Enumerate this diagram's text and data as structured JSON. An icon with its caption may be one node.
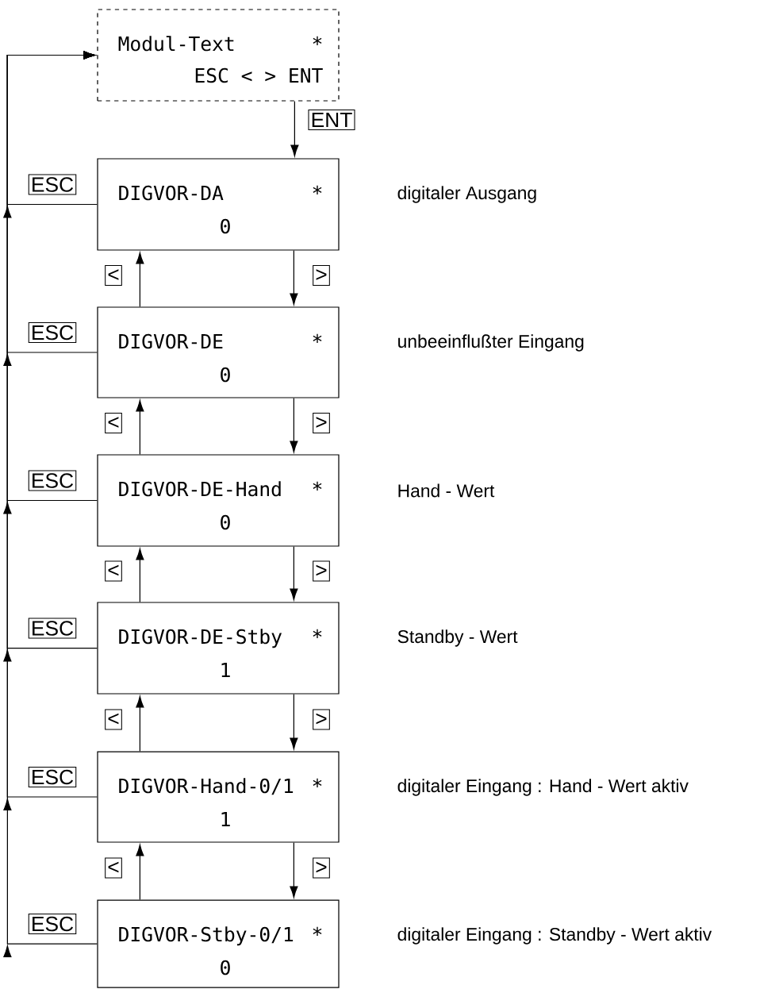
{
  "diagram": {
    "nodes": [
      {
        "text": [
          "Modul-Text",
          "*",
          "ESC < > ENT"
        ]
      },
      {
        "text": [
          "DIGVOR-DA",
          "*",
          "0"
        ],
        "beside": [
          "digitaler Ausgang"
        ]
      },
      {
        "text": [
          "DIGVOR-DE",
          "*",
          "0"
        ],
        "beside": [
          "unbeeinflußter Eingang"
        ]
      },
      {
        "text": [
          "DIGVOR-DE-Hand",
          "*",
          "0"
        ],
        "beside": [
          "Hand - Wert"
        ]
      },
      {
        "text": [
          "DIGVOR-DE-Stby",
          "*",
          "1"
        ],
        "beside": [
          "Standby - Wert"
        ]
      },
      {
        "text": [
          "DIGVOR-Hand-0/1",
          "*",
          "1"
        ],
        "beside": [
          "digitaler Eingang : Hand - Wert aktiv"
        ]
      },
      {
        "text": [
          "DIGVOR-Stby-0/1",
          "*",
          "0"
        ],
        "beside": [
          "digitaler Eingang : Standby - Wert aktiv"
        ]
      }
    ],
    "edges": [
      {
        "from": 0,
        "to": 1,
        "arrow": "to",
        "label": "ENT"
      },
      {
        "from": 1,
        "to": 0,
        "arrow": "to",
        "label": "ESC"
      },
      {
        "from": 1,
        "to": 2,
        "arrow": "to",
        "label": ">"
      },
      {
        "from": 2,
        "to": 1,
        "arrow": "to",
        "label": "<"
      },
      {
        "from": 2,
        "to": 0,
        "arrow": "to",
        "label": "ESC"
      },
      {
        "from": 2,
        "to": 3,
        "arrow": "to",
        "label": ">"
      },
      {
        "from": 3,
        "to": 2,
        "arrow": "to",
        "label": "<"
      },
      {
        "from": 3,
        "to": 0,
        "arrow": "to",
        "label": "ESC"
      },
      {
        "from": 3,
        "to": 4,
        "arrow": "to",
        "label": ">"
      },
      {
        "from": 4,
        "to": 3,
        "arrow": "to",
        "label": "<"
      },
      {
        "from": 4,
        "to": 0,
        "arrow": "to",
        "label": "ESC"
      },
      {
        "from": 4,
        "to": 5,
        "arrow": "to",
        "label": ">"
      },
      {
        "from": 5,
        "to": 4,
        "arrow": "to",
        "label": "<"
      },
      {
        "from": 5,
        "to": 0,
        "arrow": "to",
        "label": "ESC"
      },
      {
        "from": 5,
        "to": 6,
        "arrow": "to",
        "label": ">"
      },
      {
        "from": 6,
        "to": 5,
        "arrow": "to",
        "label": "<"
      },
      {
        "from": 6,
        "to": 0,
        "arrow": "to",
        "label": "ESC"
      }
    ]
  }
}
